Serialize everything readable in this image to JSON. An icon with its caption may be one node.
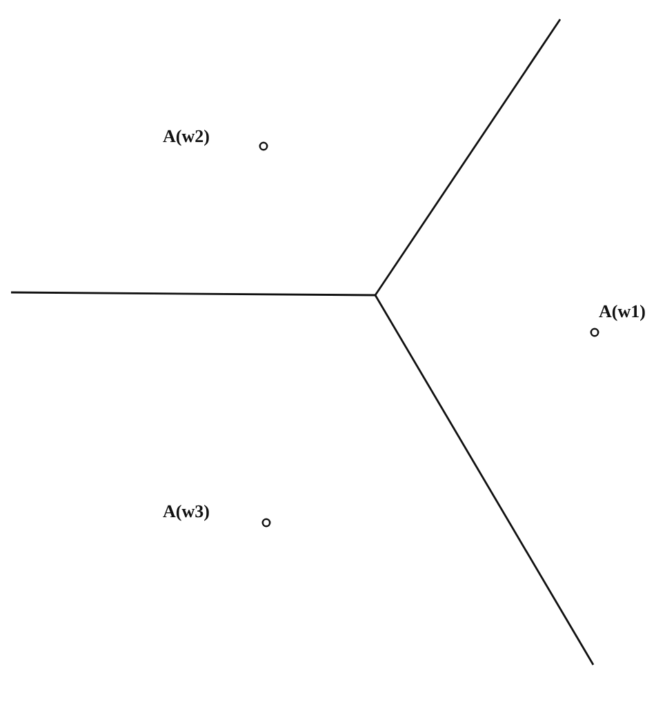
{
  "diagram": {
    "labels": [
      "A(w2)",
      "A(w1)",
      "A(w3)"
    ]
  }
}
